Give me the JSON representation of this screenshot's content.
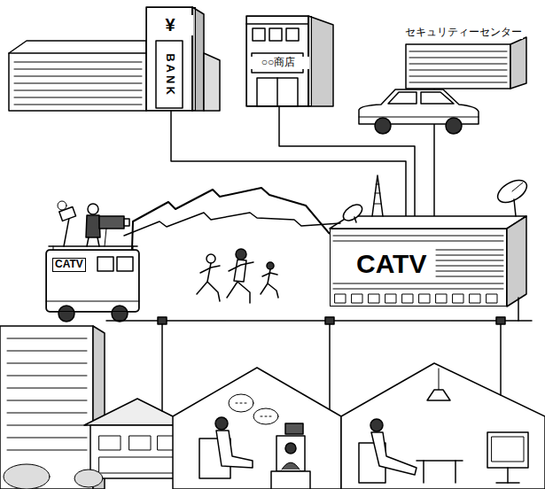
{
  "diagram": {
    "nodes": [
      {
        "text": [
          "¥",
          "BANK"
        ]
      },
      {
        "text": [
          "○○商店"
        ]
      },
      {
        "text": [
          "セキュリティーセンター"
        ]
      },
      {
        "text": [
          "CATV"
        ]
      },
      {
        "text": [
          "CATV"
        ]
      }
    ],
    "edges": [
      {
        "from": 0,
        "to": 4,
        "arrow": "none"
      },
      {
        "from": 1,
        "to": 4,
        "arrow": "none"
      },
      {
        "from": 2,
        "to": 4,
        "arrow": "none"
      },
      {
        "from": 3,
        "to": 4,
        "arrow": "none"
      }
    ]
  }
}
